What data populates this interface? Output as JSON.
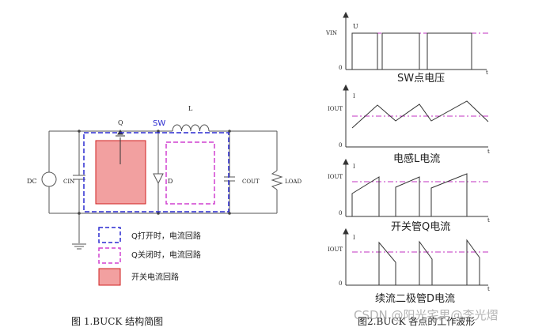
{
  "left_figure": {
    "caption": "图 1.BUCK 结构简图",
    "labels": {
      "q": "Q",
      "sw": "SW",
      "l": "L",
      "d": "D",
      "dc": "DC",
      "cin": "CIN",
      "cout": "COUT",
      "load": "LOAD"
    },
    "legend": [
      {
        "text": "Q打开时，电流回路",
        "style": "dashed",
        "color": "#2a2ad0"
      },
      {
        "text": "Q关闭时，电流回路",
        "style": "dashed",
        "color": "#d040d0"
      },
      {
        "text": "开关电流回路",
        "style": "filled",
        "color": "#f2a0a0"
      }
    ]
  },
  "right_figure": {
    "caption": "图2.BUCK 各点的工作波形",
    "plots": [
      {
        "title": "SW点电压",
        "y_axis": "U",
        "x_axis": "t",
        "ref_level": "VIN",
        "zero": "0"
      },
      {
        "title": "电感L电流",
        "y_axis": "I",
        "x_axis": "t",
        "ref_level": "IOUT",
        "zero": "0"
      },
      {
        "title": "开关管Q电流",
        "y_axis": "I",
        "x_axis": "t",
        "ref_level": "IOUT",
        "zero": "0"
      },
      {
        "title": "续流二极管D电流",
        "y_axis": "I",
        "x_axis": "t",
        "ref_level": "IOUT",
        "zero": "0"
      }
    ]
  },
  "watermark": "CSDN @阳光宅男@李光熠",
  "colors": {
    "blue_loop": "#2a2ad0",
    "pink_loop": "#d040d0",
    "switch_fill": "#f2a0a0",
    "switch_border": "#d02020",
    "ref_dashdot": "#c030c0"
  }
}
